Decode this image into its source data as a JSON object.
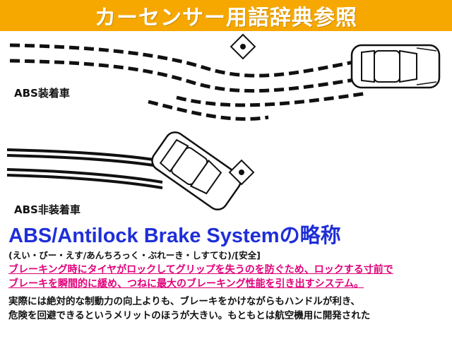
{
  "banner": {
    "title": "カーセンサー用語辞典参照",
    "bg_color": "#f6a800"
  },
  "illustration": {
    "label_abs": "ABS装着車",
    "label_non_abs": "ABS非装着車"
  },
  "heading": {
    "text": "ABS/Antilock Brake Systemの略称",
    "color": "#1f2fd8"
  },
  "reading": "(えい・びー・えす/あんちろっく・ぶれーき・しすてむ)/[安全]",
  "description": {
    "color": "#e0007a",
    "lines": [
      "ブレーキング時にタイヤがロックしてグリップを失うのを防ぐため、ロックする寸前で",
      "ブレーキを瞬間的に緩め、つねに最大のブレーキング性能を引き出すシステム。"
    ]
  },
  "note": {
    "lines": [
      "実際には絶対的な制動力の向上よりも、ブレーキをかけながらもハンドルが利き、",
      "危険を回避できるというメリットのほうが大きい。もともとは航空機用に開発された"
    ]
  }
}
